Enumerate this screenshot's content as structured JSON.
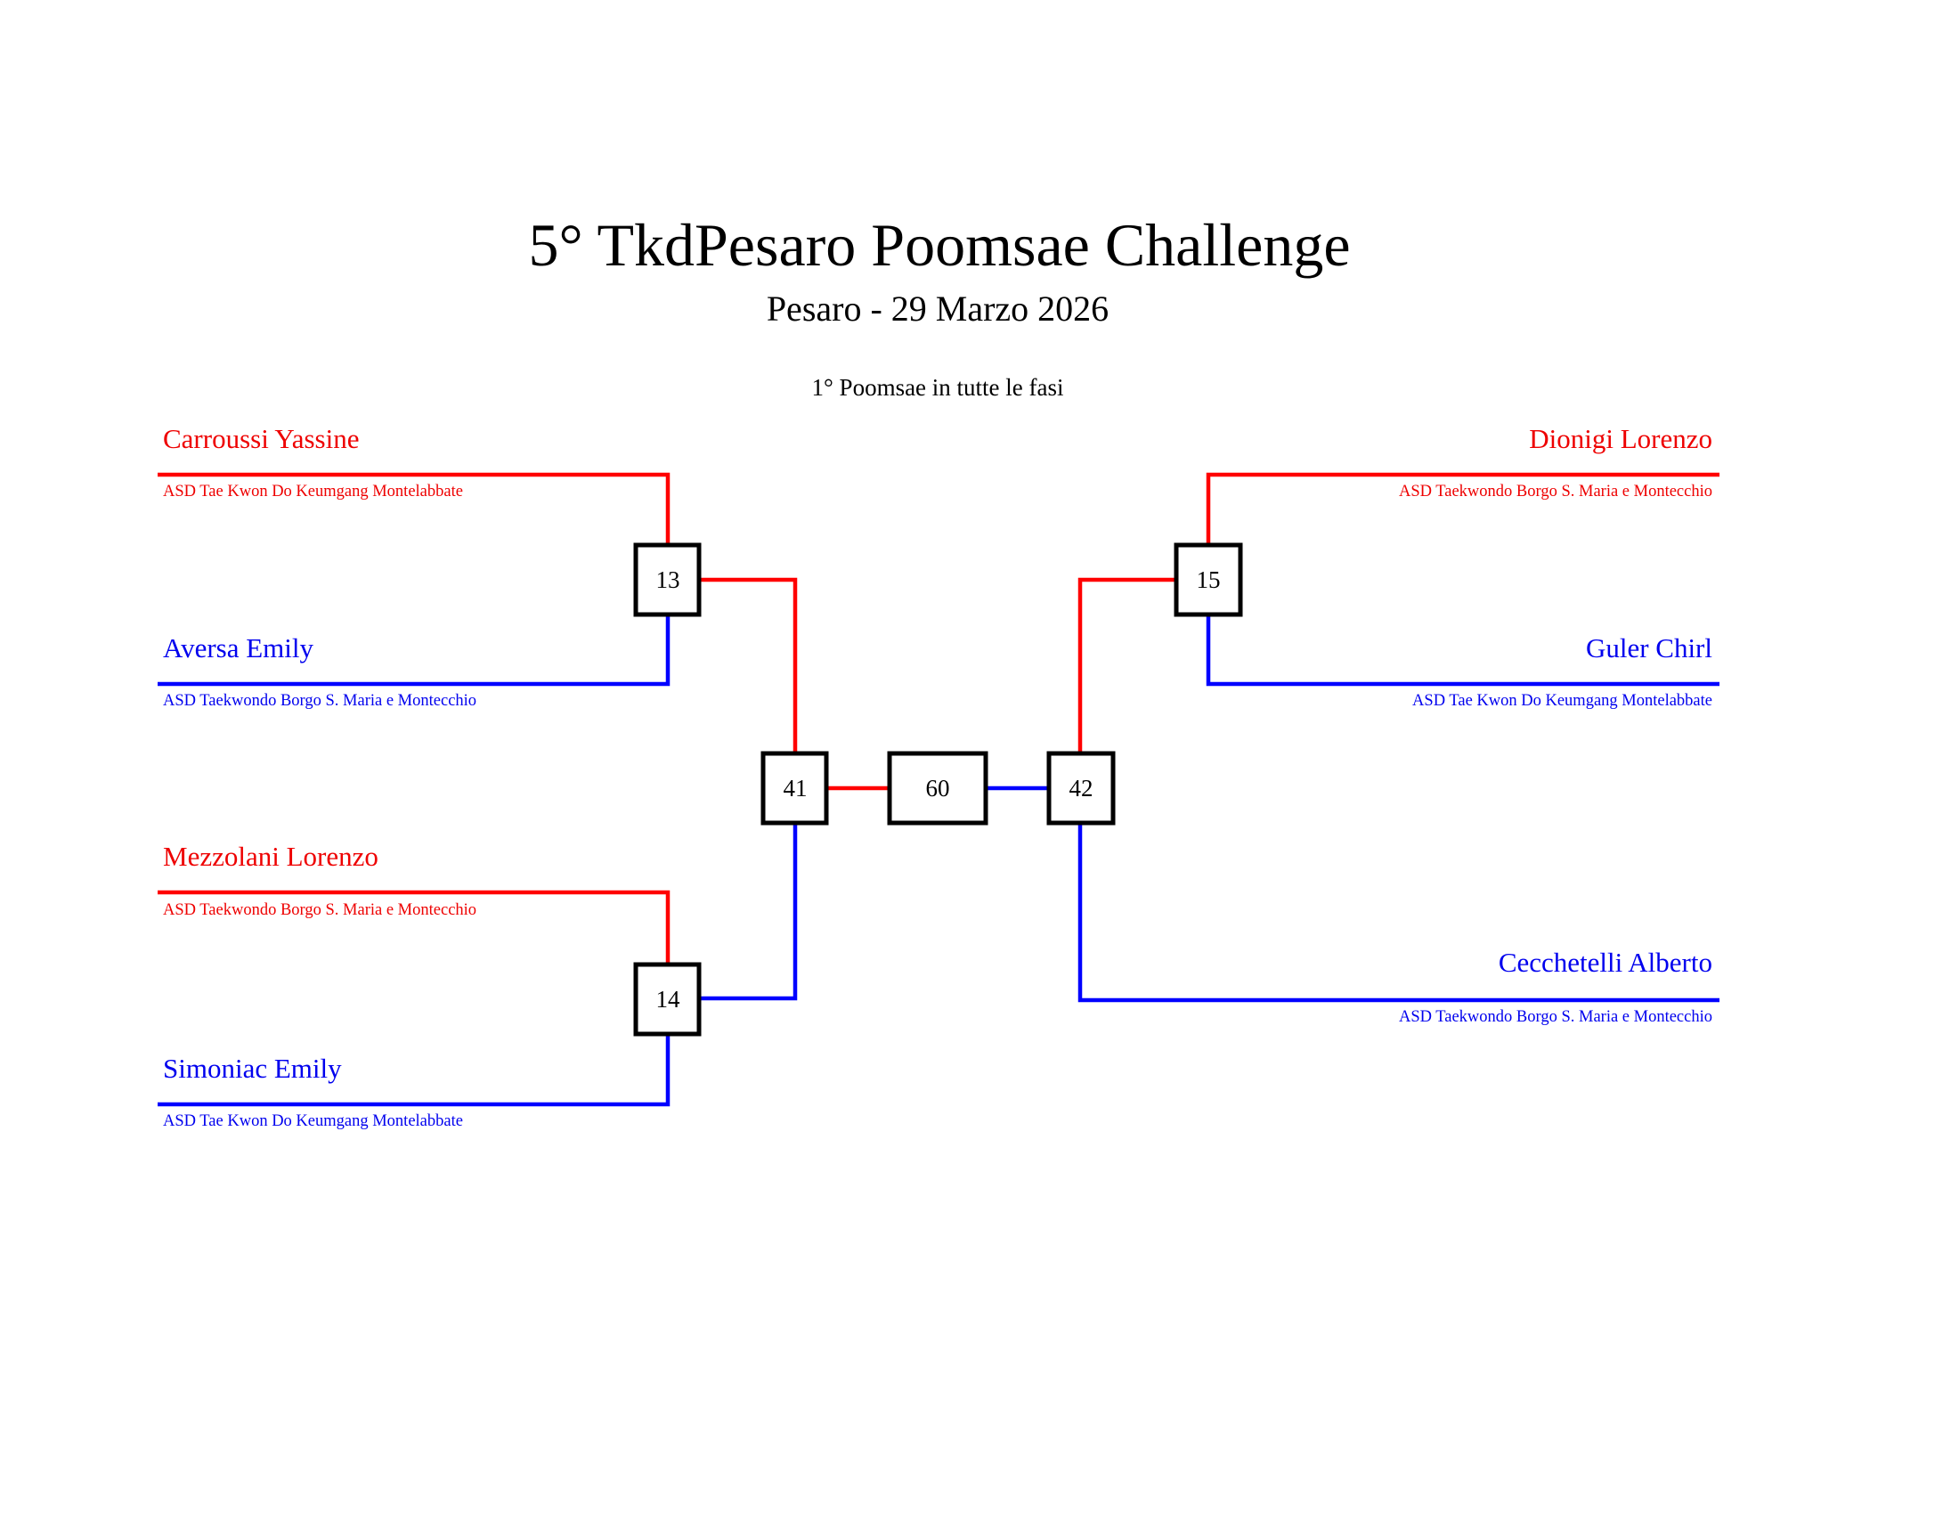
{
  "header": {
    "title": "5° TkdPesaro Poomsae Challenge",
    "subtitle": "Pesaro - 29 Marzo 2026",
    "phase_note": "1° Poomsae in tutte le fasi"
  },
  "colors": {
    "red": "#ff0000",
    "blue": "#0000ff"
  },
  "left": [
    {
      "name": "Carroussi Yassine",
      "club": "ASD Tae Kwon Do Keumgang Montelabbate",
      "corner": "red"
    },
    {
      "name": "Aversa Emily",
      "club": "ASD Taekwondo Borgo S. Maria e Montecchio",
      "corner": "blue"
    },
    {
      "name": "Mezzolani Lorenzo",
      "club": "ASD Taekwondo Borgo S. Maria e Montecchio",
      "corner": "red"
    },
    {
      "name": "Simoniac Emily",
      "club": "ASD Tae Kwon Do Keumgang Montelabbate",
      "corner": "blue"
    }
  ],
  "right": [
    {
      "name": "Dionigi Lorenzo",
      "club": "ASD Taekwondo Borgo S. Maria e Montecchio",
      "corner": "red"
    },
    {
      "name": "Guler Chirl",
      "club": "ASD Tae Kwon Do Keumgang Montelabbate",
      "corner": "blue"
    },
    {
      "name": "Cecchetelli Alberto",
      "club": "ASD Taekwondo Borgo S. Maria e Montecchio",
      "corner": "blue"
    }
  ],
  "matches": {
    "m13": "13",
    "m14": "14",
    "m15": "15",
    "m41": "41",
    "m42": "42",
    "m60": "60"
  }
}
